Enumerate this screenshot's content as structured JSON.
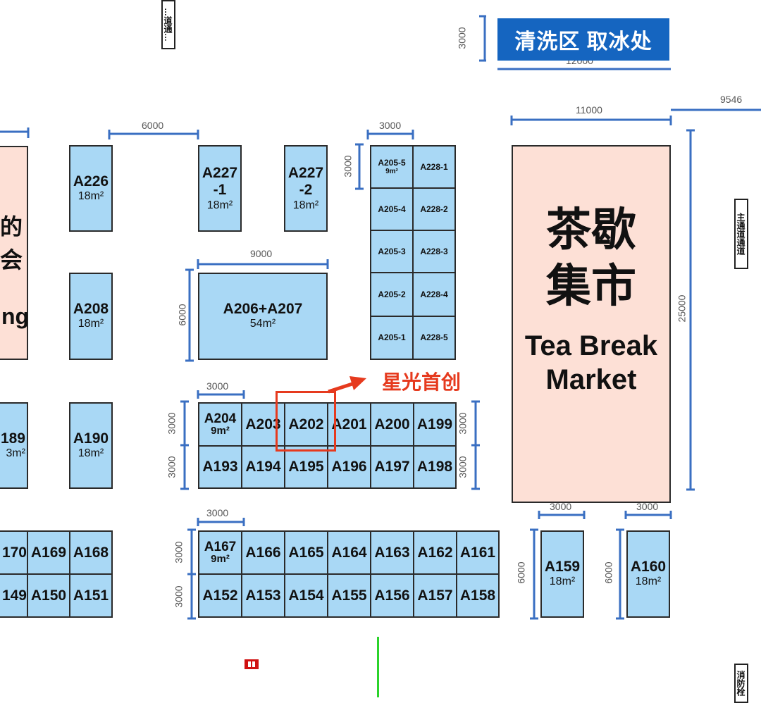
{
  "ice_area": {
    "label": "清洗区 取冰处",
    "width": "12000",
    "height": "3000"
  },
  "tea_market": {
    "cn_line1": "茶歇",
    "cn_line2": "集市",
    "en_line1": "Tea Break",
    "en_line2": "Market",
    "width": "11000",
    "height": "25000"
  },
  "left_partial": {
    "line1": "的",
    "line2": "会",
    "line3": "ng"
  },
  "top_right_dim": "9546",
  "passages": {
    "top": "…道通…",
    "right": "主通道通道",
    "bottom_right": "消防栓"
  },
  "highlight": {
    "label": "星光首创",
    "booth": "A202",
    "color": "#e63a1e"
  },
  "dimensions": {
    "d6000_top": "6000",
    "d3000_col": "3000",
    "d3000_col_v": "3000",
    "d9000": "9000",
    "d6000_v": "6000",
    "d3000_mid_top": "3000",
    "d3000_mid_v1": "3000",
    "d3000_mid_v2": "3000",
    "d3000_mid_r1": "3000",
    "d3000_mid_r2": "3000",
    "d3000_bot_top": "3000",
    "d3000_bot_v1": "3000",
    "d3000_bot_v2": "3000",
    "d3000_159": "3000",
    "d3000_160": "3000",
    "d6000_159": "6000",
    "d6000_160": "6000"
  },
  "booths": {
    "A226": {
      "code": "A226",
      "area": "18m²"
    },
    "A227_1": {
      "code": "A227",
      "code2": "-1",
      "area": "18m²"
    },
    "A227_2": {
      "code": "A227",
      "code2": "-2",
      "area": "18m²"
    },
    "A208": {
      "code": "A208",
      "area": "18m²"
    },
    "A206": {
      "code": "A206+A207",
      "area": "54m²"
    },
    "A190": {
      "code": "A190",
      "area": "18m²"
    },
    "A189": {
      "code": "189",
      "area": "3m²"
    },
    "col": [
      {
        "left": "A205-5",
        "left_area": "9m²",
        "right": "A228-1"
      },
      {
        "left": "A205-4",
        "right": "A228-2"
      },
      {
        "left": "A205-3",
        "right": "A228-3"
      },
      {
        "left": "A205-2",
        "right": "A228-4"
      },
      {
        "left": "A205-1",
        "right": "A228-5"
      }
    ],
    "row1": [
      {
        "code": "A204",
        "area": "9m²"
      },
      {
        "code": "A203"
      },
      {
        "code": "A202"
      },
      {
        "code": "A201"
      },
      {
        "code": "A200"
      },
      {
        "code": "A199"
      }
    ],
    "row2": [
      {
        "code": "A193"
      },
      {
        "code": "A194"
      },
      {
        "code": "A195"
      },
      {
        "code": "A196"
      },
      {
        "code": "A197"
      },
      {
        "code": "A198"
      }
    ],
    "row3": [
      {
        "code": "A167",
        "area": "9m²"
      },
      {
        "code": "A166"
      },
      {
        "code": "A165"
      },
      {
        "code": "A164"
      },
      {
        "code": "A163"
      },
      {
        "code": "A162"
      },
      {
        "code": "A161"
      }
    ],
    "row4": [
      {
        "code": "A152"
      },
      {
        "code": "A153"
      },
      {
        "code": "A154"
      },
      {
        "code": "A155"
      },
      {
        "code": "A156"
      },
      {
        "code": "A157"
      },
      {
        "code": "A158"
      }
    ],
    "left3": [
      {
        "code": "170"
      },
      {
        "code": "A169"
      },
      {
        "code": "A168"
      }
    ],
    "left4": [
      {
        "code": "149"
      },
      {
        "code": "A150"
      },
      {
        "code": "A151"
      }
    ],
    "A159": {
      "code": "A159",
      "area": "18m²"
    },
    "A160": {
      "code": "A160",
      "area": "18m²"
    }
  },
  "colors": {
    "booth": "#a9d8f5",
    "pink": "#fde0d6",
    "dimension_line": "#3a6fc2",
    "ice_bg": "#1565c0"
  }
}
